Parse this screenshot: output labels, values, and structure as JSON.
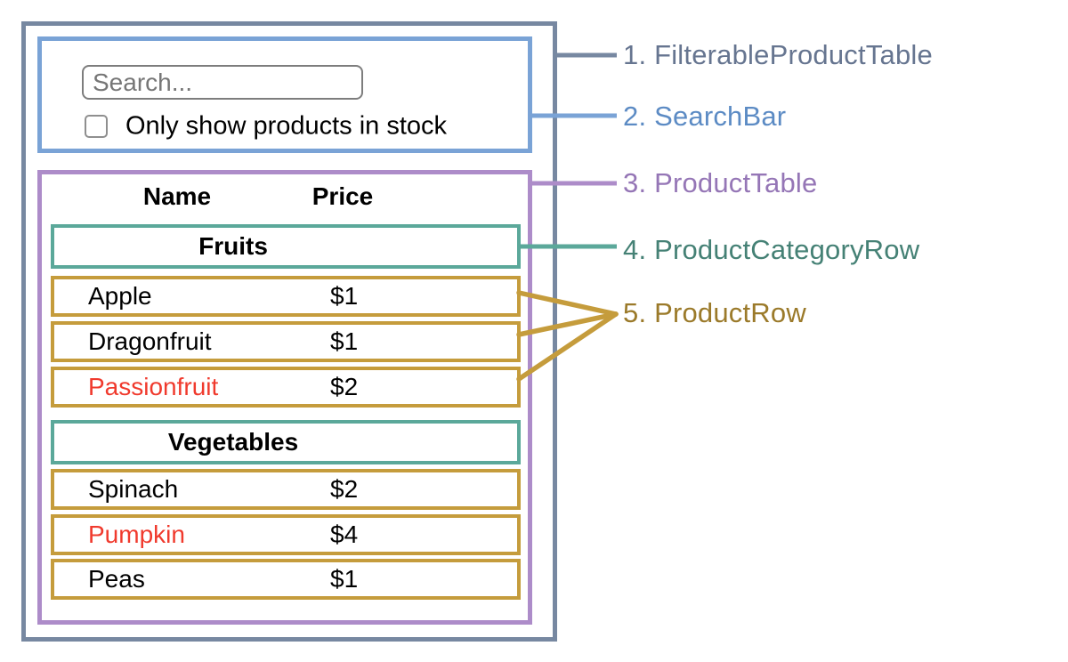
{
  "search_bar": {
    "input_placeholder": "Search...",
    "input_value": "",
    "checkbox_checked": false,
    "checkbox_label": "Only show products in stock"
  },
  "table": {
    "headers": {
      "name": "Name",
      "price": "Price"
    },
    "sections": [
      {
        "category": "Fruits",
        "rows": [
          {
            "name": "Apple",
            "price": "$1",
            "out_of_stock": false
          },
          {
            "name": "Dragonfruit",
            "price": "$1",
            "out_of_stock": false
          },
          {
            "name": "Passionfruit",
            "price": "$2",
            "out_of_stock": true
          }
        ]
      },
      {
        "category": "Vegetables",
        "rows": [
          {
            "name": "Spinach",
            "price": "$2",
            "out_of_stock": false
          },
          {
            "name": "Pumpkin",
            "price": "$4",
            "out_of_stock": true
          },
          {
            "name": "Peas",
            "price": "$1",
            "out_of_stock": false
          }
        ]
      }
    ]
  },
  "legend": {
    "items": [
      {
        "label": "1. FilterableProductTable",
        "color": "#667590"
      },
      {
        "label": "2. SearchBar",
        "color": "#5c8bc4"
      },
      {
        "label": "3. ProductTable",
        "color": "#9576b6"
      },
      {
        "label": "4. ProductCategoryRow",
        "color": "#458175"
      },
      {
        "label": "5. ProductRow",
        "color": "#9b7a2a"
      }
    ]
  },
  "colors": {
    "filterable_product_table_border": "#7788a1",
    "search_bar_border": "#7aa3d6",
    "product_table_border": "#ad8cc9",
    "product_category_row_border": "#5ba89a",
    "product_row_border": "#c59c3c",
    "out_of_stock_text": "#f03a2d"
  }
}
